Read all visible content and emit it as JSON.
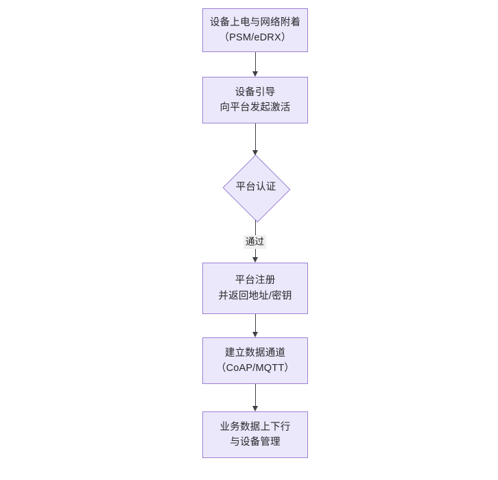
{
  "diagram": {
    "type": "flowchart",
    "direction": "top-to-bottom",
    "title": "",
    "background_color": "#ffffff",
    "node_fill_color": "#ebe8fb",
    "node_border_color": "#9b7fd4",
    "node_text_color": "#28282b",
    "connector_color": "#3f3f46",
    "edge_label_background": "#f0f0f0",
    "nodes": [
      {
        "id": "n1",
        "shape": "rectangle",
        "line1": "设备上电与网络附着",
        "line2": "（PSM/eDRX）"
      },
      {
        "id": "n2",
        "shape": "rectangle",
        "line1": "设备引导",
        "line2": "向平台发起激活"
      },
      {
        "id": "n3",
        "shape": "diamond",
        "line1": "平台认证",
        "line2": ""
      },
      {
        "id": "n4",
        "shape": "rectangle",
        "line1": "平台注册",
        "line2": "并返回地址/密钥"
      },
      {
        "id": "n5",
        "shape": "rectangle",
        "line1": "建立数据通道",
        "line2": "（CoAP/MQTT）"
      },
      {
        "id": "n6",
        "shape": "rectangle",
        "line1": "业务数据上下行",
        "line2": "与设备管理"
      }
    ],
    "edges": [
      {
        "id": "e1",
        "from": "n1",
        "to": "n2",
        "label": ""
      },
      {
        "id": "e2",
        "from": "n2",
        "to": "n3",
        "label": ""
      },
      {
        "id": "e3",
        "from": "n3",
        "to": "n4",
        "label": "通过"
      },
      {
        "id": "e4",
        "from": "n4",
        "to": "n5",
        "label": ""
      },
      {
        "id": "e5",
        "from": "n5",
        "to": "n6",
        "label": ""
      }
    ]
  }
}
